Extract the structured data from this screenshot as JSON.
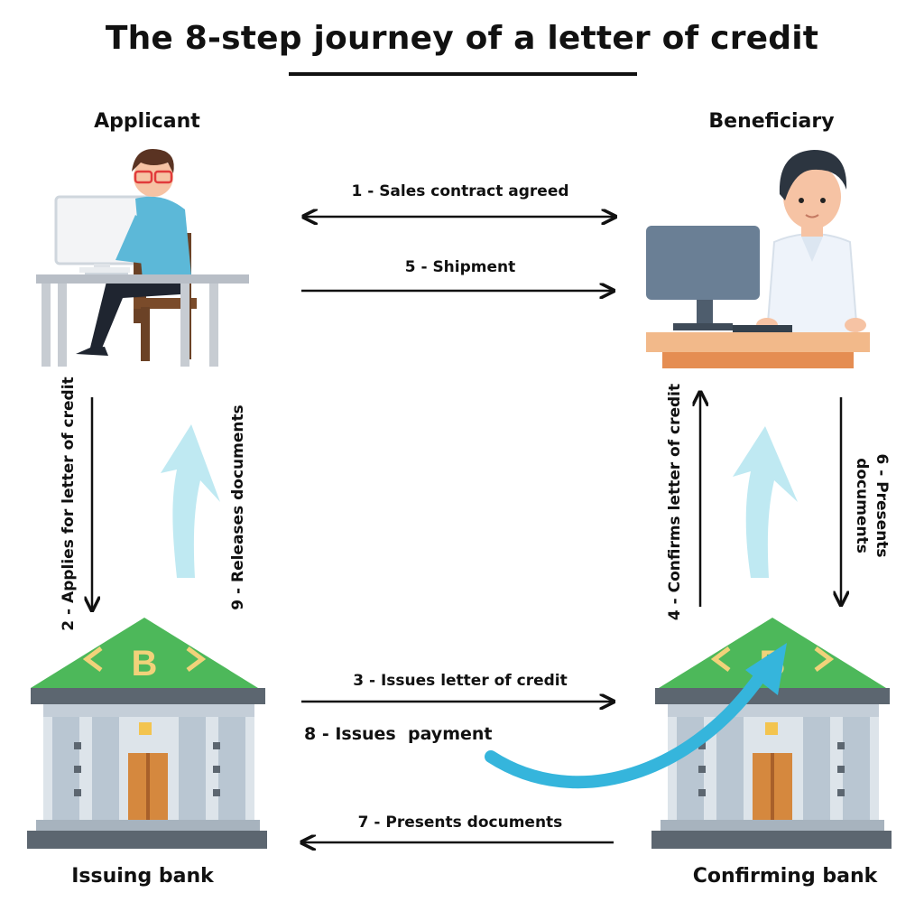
{
  "title": "The 8-step journey of a letter of credit",
  "parties": {
    "applicant": "Applicant",
    "beneficiary": "Beneficiary",
    "issuing_bank": "Issuing bank",
    "confirming_bank": "Confirming bank"
  },
  "steps": {
    "s1": "1 - Sales contract agreed",
    "s2": "2 - Applies for letter of credit",
    "s3": "3 - Issues letter of credit",
    "s4": "4 - Confirms letter of credit",
    "s5": "5 - Shipment",
    "s6a": "6 - Presents",
    "s6b": "documents",
    "s7": "7 - Presents documents",
    "s8": "8 - Issues  payment",
    "s9": "9 - Releases documents"
  },
  "bank_logo_letter": "B",
  "colors": {
    "arrow": "#111111",
    "light_arrow": "#bfe9f2",
    "payment_arrow": "#35b5dc",
    "roof": "#4db85a",
    "roof_text": "#f1d27a",
    "bank_wall": "#dde4ea",
    "column": "#b9c6d2",
    "door": "#d5883e",
    "desk_top": "#f2b98a",
    "monitor": "#6a7f95",
    "shirt_blue": "#5cb8d8"
  }
}
